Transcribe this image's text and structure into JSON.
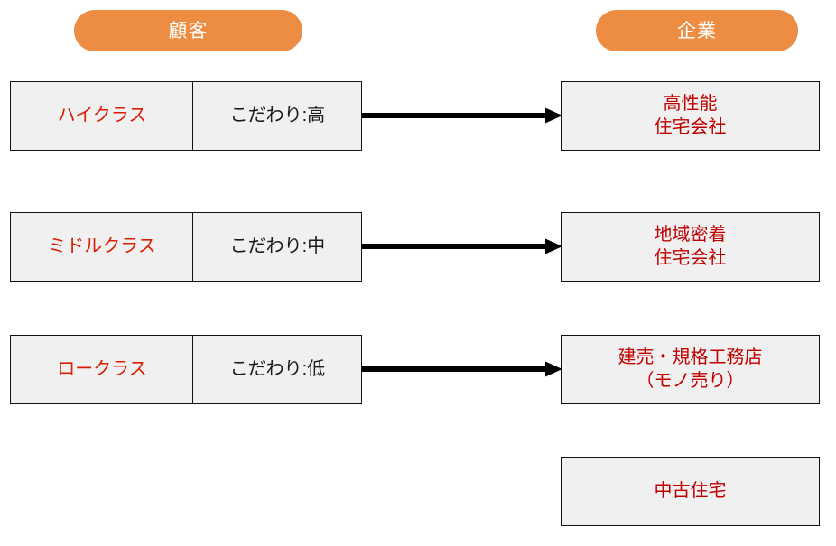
{
  "diagram": {
    "type": "two-column mapping diagram",
    "colors": {
      "pill_bg": "#ED8C43",
      "pill_text": "#FFFFFF",
      "box_bg": "#F0F0F0",
      "box_border": "#111111",
      "class_text": "#D81E05",
      "company_text": "#C00000",
      "kodawari_text": "#1A1A1A",
      "arrow": "#000000"
    },
    "headers": {
      "left": "顧客",
      "right": "企業"
    },
    "rows": [
      {
        "class_label": "ハイクラス",
        "kodawari_label": "こだわり:高",
        "arrow": true,
        "company_lines": [
          "高性能",
          "住宅会社"
        ]
      },
      {
        "class_label": "ミドルクラス",
        "kodawari_label": "こだわり:中",
        "arrow": true,
        "company_lines": [
          "地域密着",
          "住宅会社"
        ]
      },
      {
        "class_label": "ロークラス",
        "kodawari_label": "こだわり:低",
        "arrow": true,
        "company_lines": [
          "建売・規格工務店",
          "（モノ売り）"
        ]
      },
      {
        "class_label": "",
        "kodawari_label": "",
        "arrow": false,
        "company_lines": [
          "中古住宅"
        ]
      }
    ]
  }
}
